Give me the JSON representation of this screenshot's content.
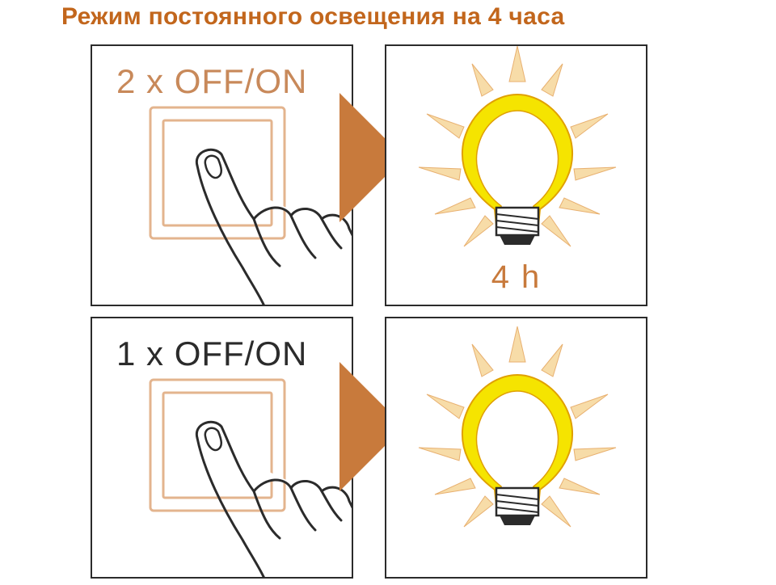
{
  "title": "Режим постоянного освещения на 4 часа",
  "rows": [
    {
      "switch_label": "2 x OFF/ON",
      "duration_label": "4 h"
    },
    {
      "switch_label": "1 x OFF/ON",
      "duration_label": ""
    }
  ],
  "colors": {
    "accent": "#c87a3c",
    "title": "#c2661c",
    "bulb_glow": "#f5e400",
    "ray": "#f7dca8",
    "switch_frame": "#e3b48e",
    "outline": "#2b2b2b"
  },
  "icons": {
    "hand": "pointing-finger-icon",
    "switch": "light-switch-icon",
    "arrow": "play-arrow-icon",
    "bulb": "glowing-bulb-icon"
  }
}
